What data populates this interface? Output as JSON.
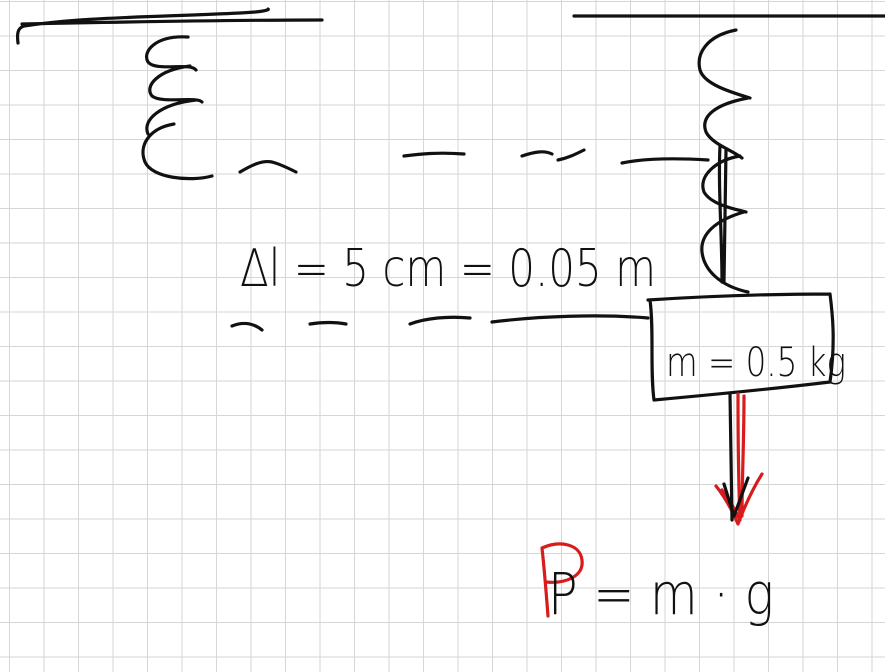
{
  "notes": {
    "elongation_label": "Δl = 5 cm = 0.05 m",
    "mass_label": "m = 0.5 kg",
    "weight_formula": "P = m · g"
  },
  "colors": {
    "ink": "#111111",
    "force_arrow": "#d81b1b",
    "grid": "#d6d6d6",
    "paper": "#ffffff"
  }
}
